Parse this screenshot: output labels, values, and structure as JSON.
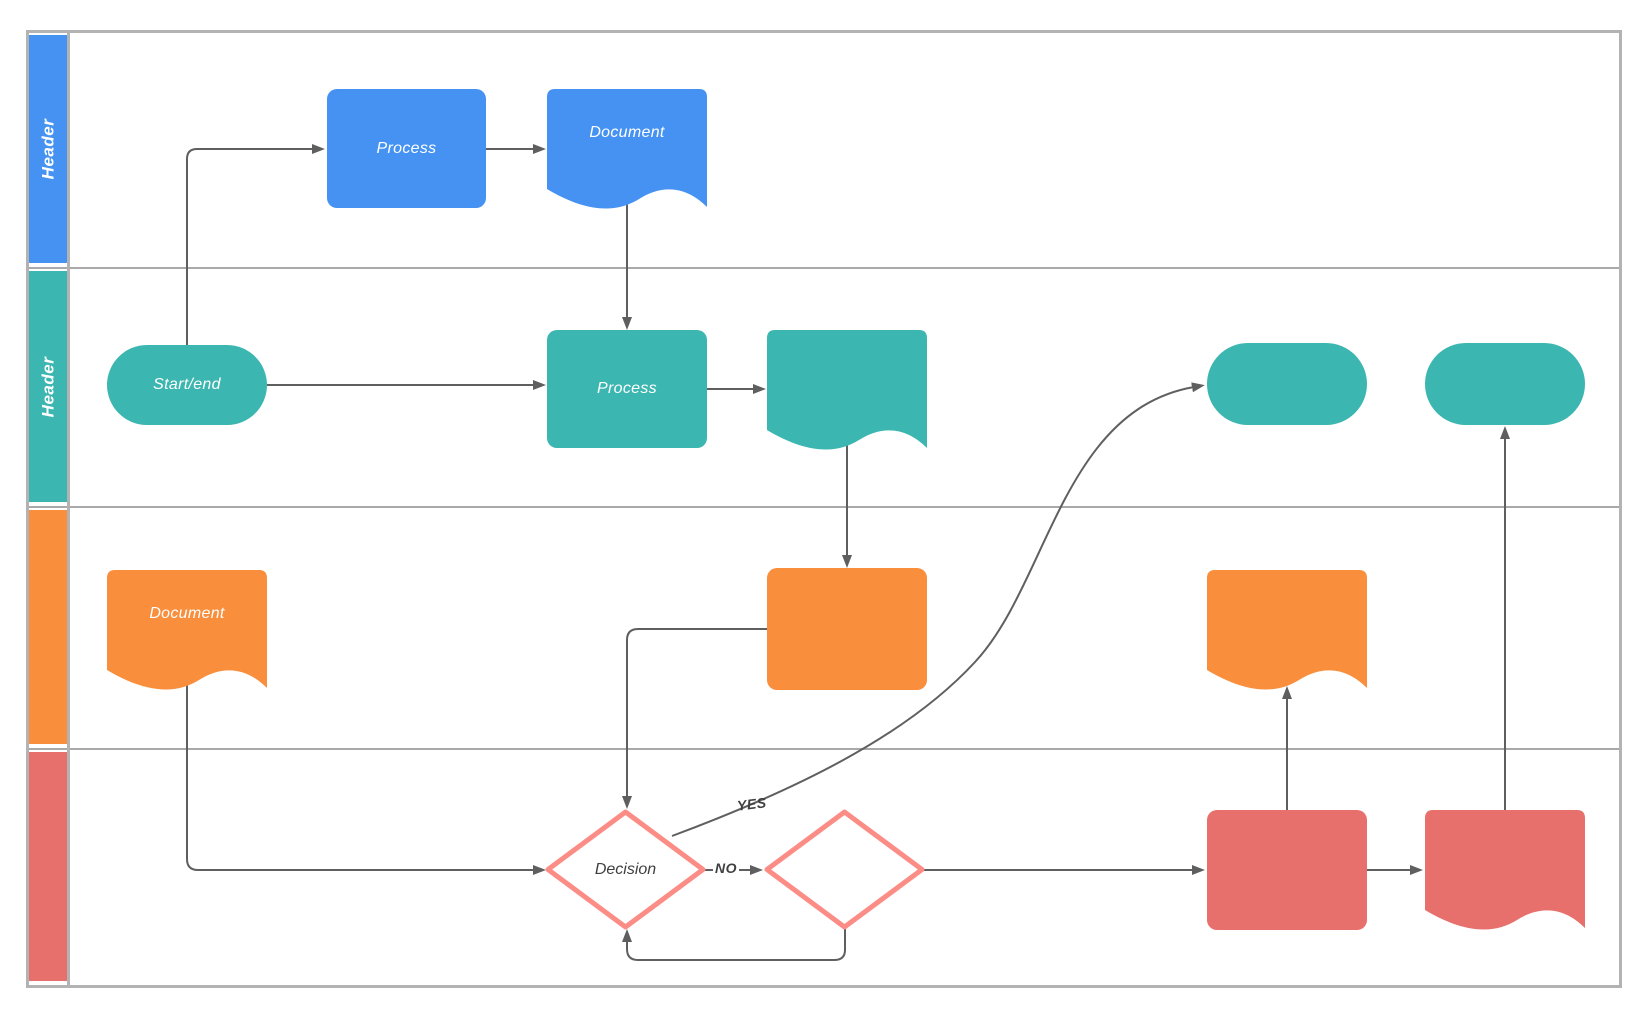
{
  "theme": {
    "blue": "#4592f3",
    "teal": "#3bb6b0",
    "orange": "#f98e3c",
    "red": "#e8706c",
    "diamond_stroke": "#fb8d86",
    "connector": "#5f5f5f",
    "lane_border": "#b3b3b3",
    "lane_divider": "#a9a9a9",
    "text_dark": "#3f3f3f"
  },
  "lanes": [
    {
      "label": "Header",
      "color": "#4592f3"
    },
    {
      "label": "Header",
      "color": "#3bb6b0"
    },
    {
      "label": "",
      "color": "#f98e3c"
    },
    {
      "label": "",
      "color": "#e8706c"
    }
  ],
  "nodes": {
    "process_blue": {
      "type": "process",
      "label": "Process"
    },
    "document_blue": {
      "type": "document",
      "label": "Document"
    },
    "start_end": {
      "type": "terminator",
      "label": "Start/end"
    },
    "process_teal": {
      "type": "process",
      "label": "Process"
    },
    "document_teal": {
      "type": "document",
      "label": ""
    },
    "terminator_right_1": {
      "type": "terminator",
      "label": ""
    },
    "terminator_right_2": {
      "type": "terminator",
      "label": ""
    },
    "document_orange_left": {
      "type": "document",
      "label": "Document"
    },
    "process_orange": {
      "type": "process",
      "label": ""
    },
    "document_orange_right": {
      "type": "document",
      "label": ""
    },
    "decision_main": {
      "type": "decision",
      "label": "Decision"
    },
    "decision_second": {
      "type": "decision",
      "label": ""
    },
    "process_red": {
      "type": "process",
      "label": ""
    },
    "document_red": {
      "type": "document",
      "label": ""
    }
  },
  "edge_labels": {
    "yes": "YES",
    "no": "NO"
  }
}
